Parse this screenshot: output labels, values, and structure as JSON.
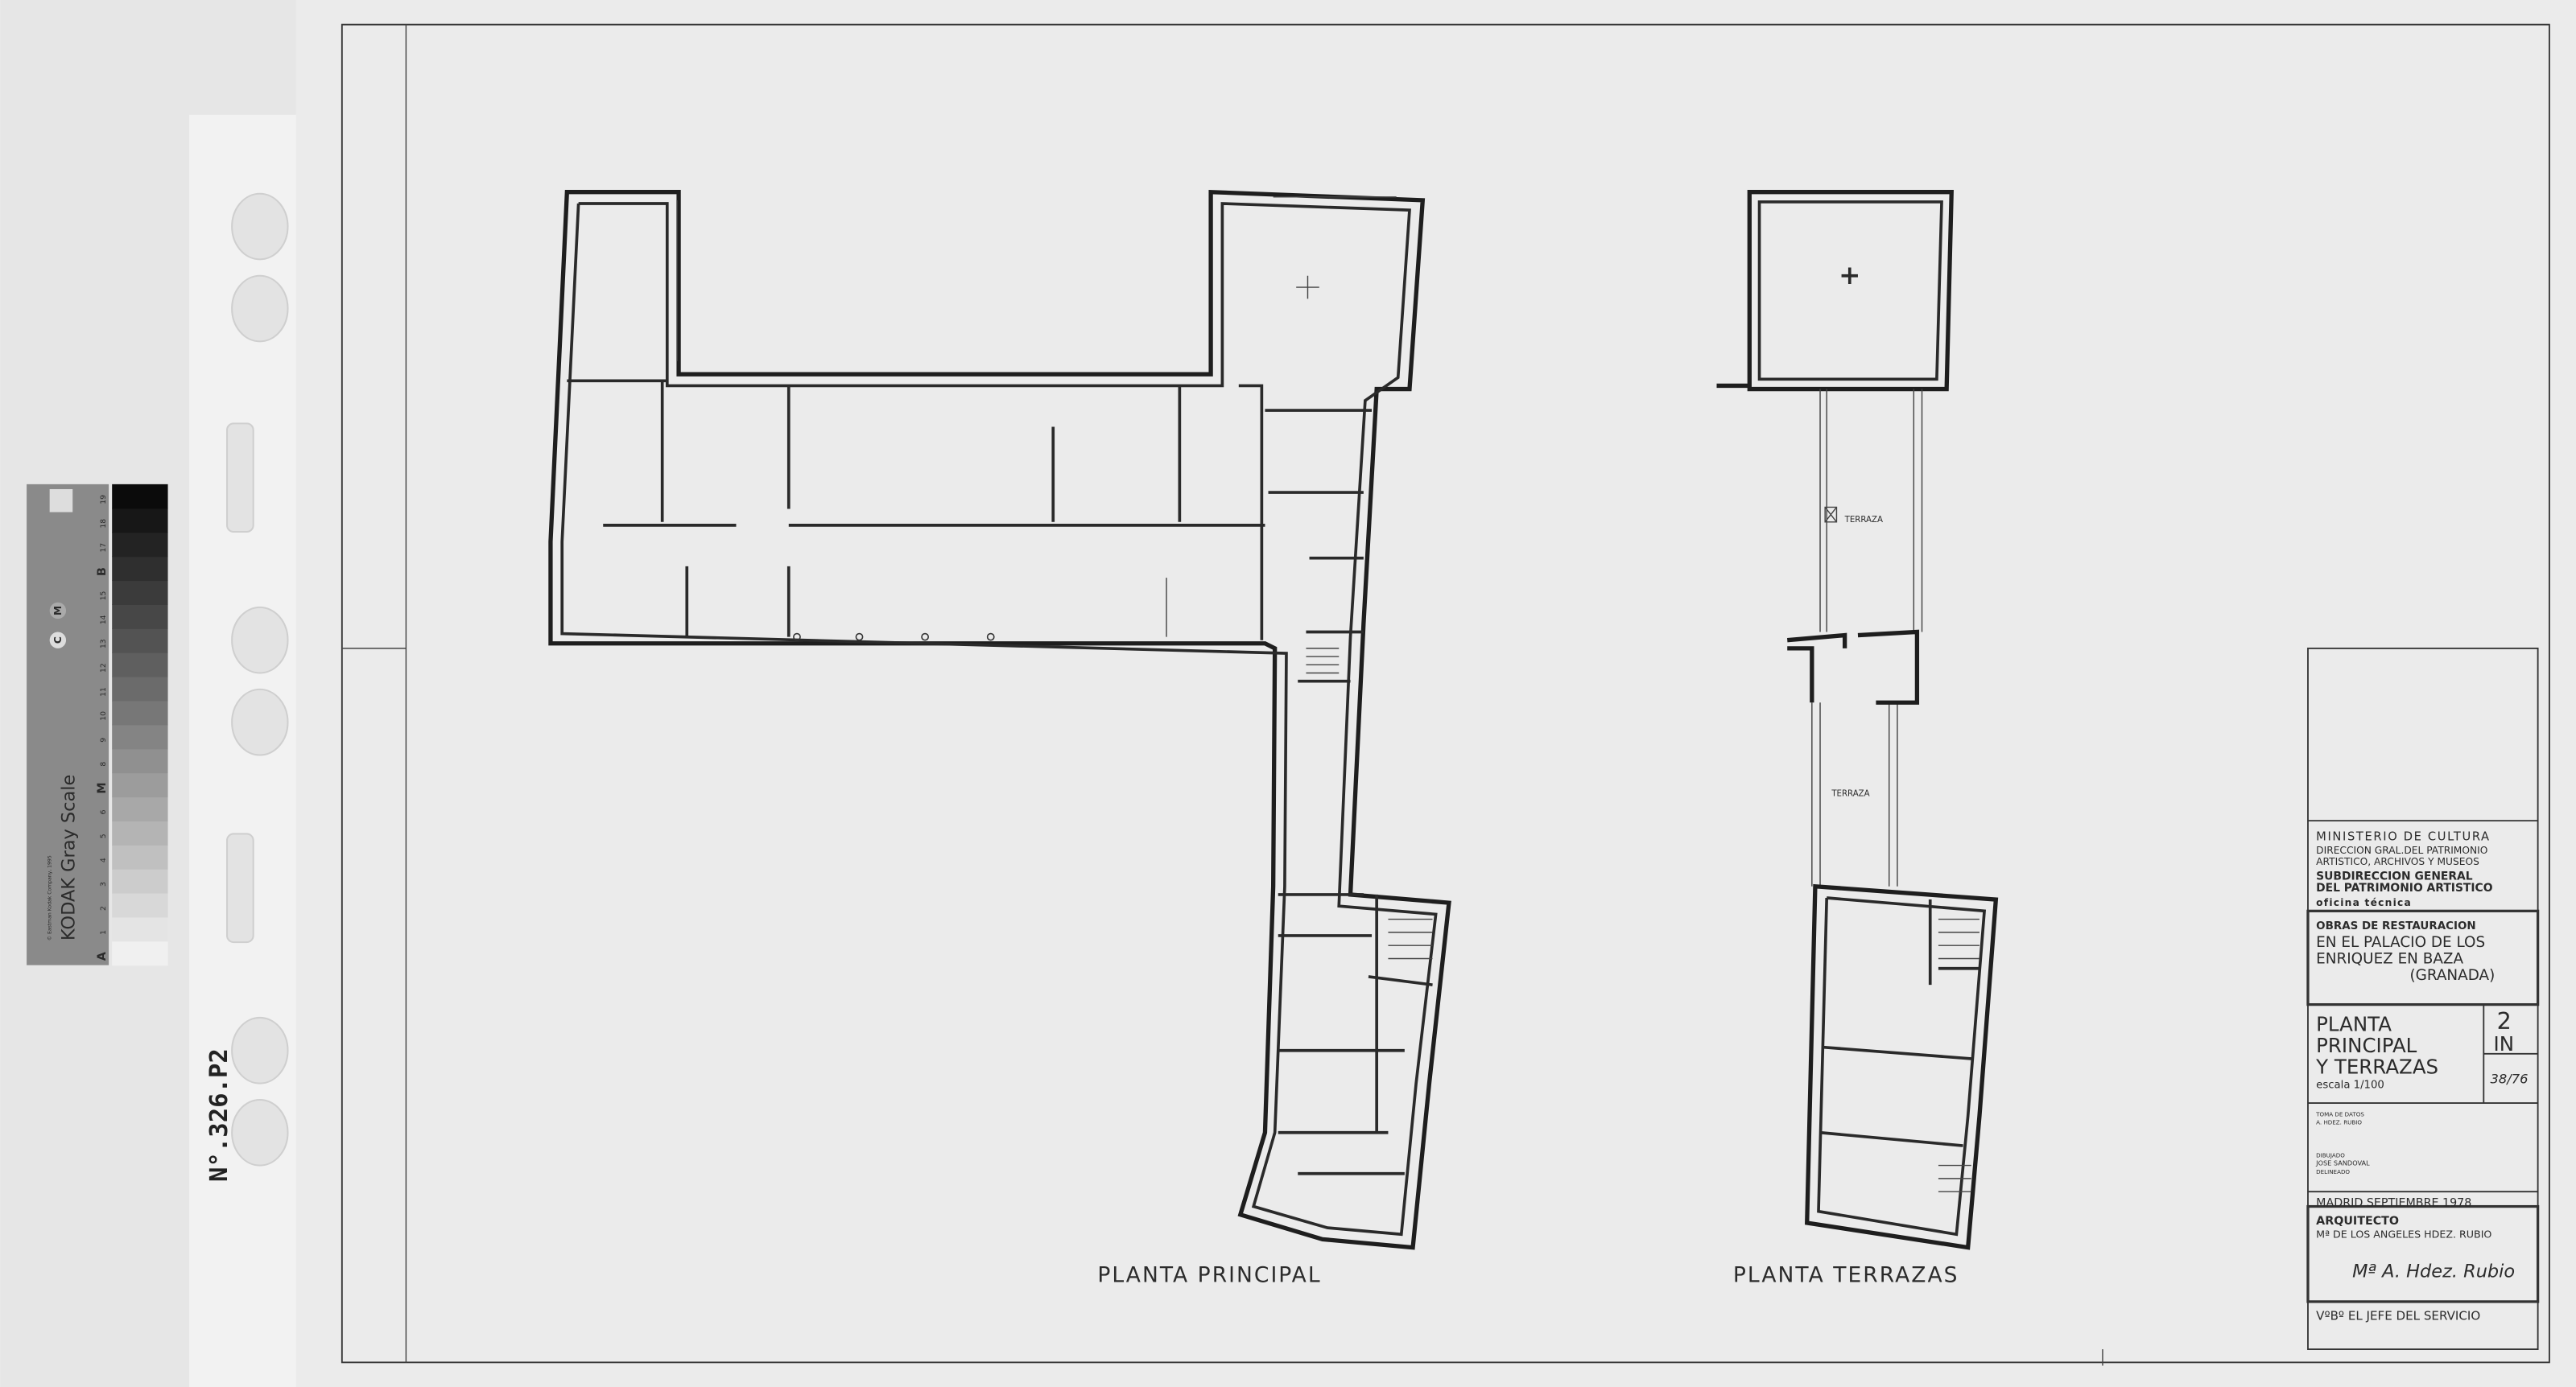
{
  "kodak_scale": {
    "title": "KODAK Gray Scale",
    "copyright": "© Eastman Kodak Company, 1995",
    "patch_labels": [
      "A",
      "1",
      "2",
      "3",
      "4",
      "5",
      "6",
      "M",
      "8",
      "9",
      "10",
      "11",
      "12",
      "13",
      "14",
      "15",
      "B",
      "17",
      "18",
      "19"
    ],
    "color_markers": [
      "C",
      "M"
    ],
    "colors": {
      "bg": "#8a8a8a",
      "dark": "#111111",
      "light": "#f0f0f0"
    }
  },
  "archive_number": "N°.326.P2",
  "drawings": {
    "plan_principal_label": "PLANTA PRINCIPAL",
    "plan_terrazas_label": "PLANTA TERRAZAS",
    "terraza_labels": [
      "TERRAZA",
      "TERRAZA"
    ]
  },
  "title_block": {
    "ministry": "MINISTERIO DE CULTURA",
    "direccion_1": "DIRECCION GRAL.DEL PATRIMONIO",
    "direccion_2": "ARTISTICO, ARCHIVOS Y MUSEOS",
    "subdireccion_1": "SUBDIRECCION GENERAL",
    "subdireccion_2": "DEL PATRIMONIO ARTISTICO",
    "oficina": "oficina técnica",
    "project_1": "OBRAS DE RESTAURACION",
    "project_2": "EN EL PALACIO DE LOS",
    "project_3": "ENRIQUEZ EN BAZA",
    "project_4": "(GRANADA)",
    "sheet_title_1": "PLANTA",
    "sheet_title_2": "PRINCIPAL",
    "sheet_title_3": "Y TERRAZAS",
    "scale": "escala 1/100",
    "sheet_number": "2",
    "sheet_code": "IN",
    "ref": "38/76",
    "toma_label": "TOMA DE DATOS",
    "toma_name": "A. HDEZ. RUBIO",
    "dibujado_label": "DIBUJADO",
    "dibujado_name": "JOSE SANDOVAL",
    "delineado_label": "DELINEADO",
    "place_date": "MADRID SEPTIEMBRE 1978",
    "architect_label": "ARQUITECTO",
    "architect_name": "Mª DE LOS ANGELES HDEZ. RUBIO",
    "signature": "Mª A. Hdez. Rubio",
    "approval": "VºBº EL JEFE DEL SERVICIO"
  }
}
